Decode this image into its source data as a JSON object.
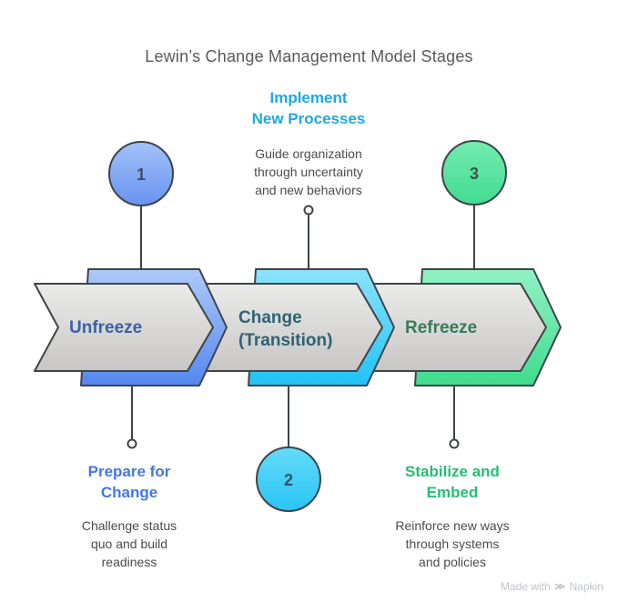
{
  "title": "Lewin’s Change Management Model Stages",
  "stages": [
    {
      "number": "1",
      "arrow_label": [
        "Unfreeze"
      ],
      "callout_title": [
        "Prepare for",
        "Change"
      ],
      "callout_desc": [
        "Challenge status",
        "quo and build",
        "readiness"
      ],
      "accent_color": "#5587EF",
      "label_color": "#3C60A4",
      "callout_title_color": "#4377E3"
    },
    {
      "number": "2",
      "arrow_label": [
        "Change",
        "(Transition)"
      ],
      "callout_title": [
        "Implement",
        "New Processes"
      ],
      "callout_desc": [
        "Guide organization",
        "through uncertainty",
        "and new behaviors"
      ],
      "accent_color": "#21C2F5",
      "label_color": "#2D6274",
      "callout_title_color": "#1FA8E1"
    },
    {
      "number": "3",
      "arrow_label": [
        "Refreeze"
      ],
      "callout_title": [
        "Stabilize and",
        "Embed"
      ],
      "callout_desc": [
        "Reinforce new ways",
        "through systems",
        "and policies"
      ],
      "accent_color": "#3FDC8D",
      "label_color": "#367C5A",
      "callout_title_color": "#27BD72"
    }
  ],
  "colors": {
    "arrow_fill_top": "#EBEBEA",
    "arrow_fill_bottom": "#C9C8C6",
    "outline": "#3E4449",
    "title_text": "#58595B",
    "desc_text": "#4B4B4D",
    "watermark_text": "#C0C3CA"
  },
  "watermark": {
    "prefix": "Made with",
    "brand": "Napkin"
  }
}
